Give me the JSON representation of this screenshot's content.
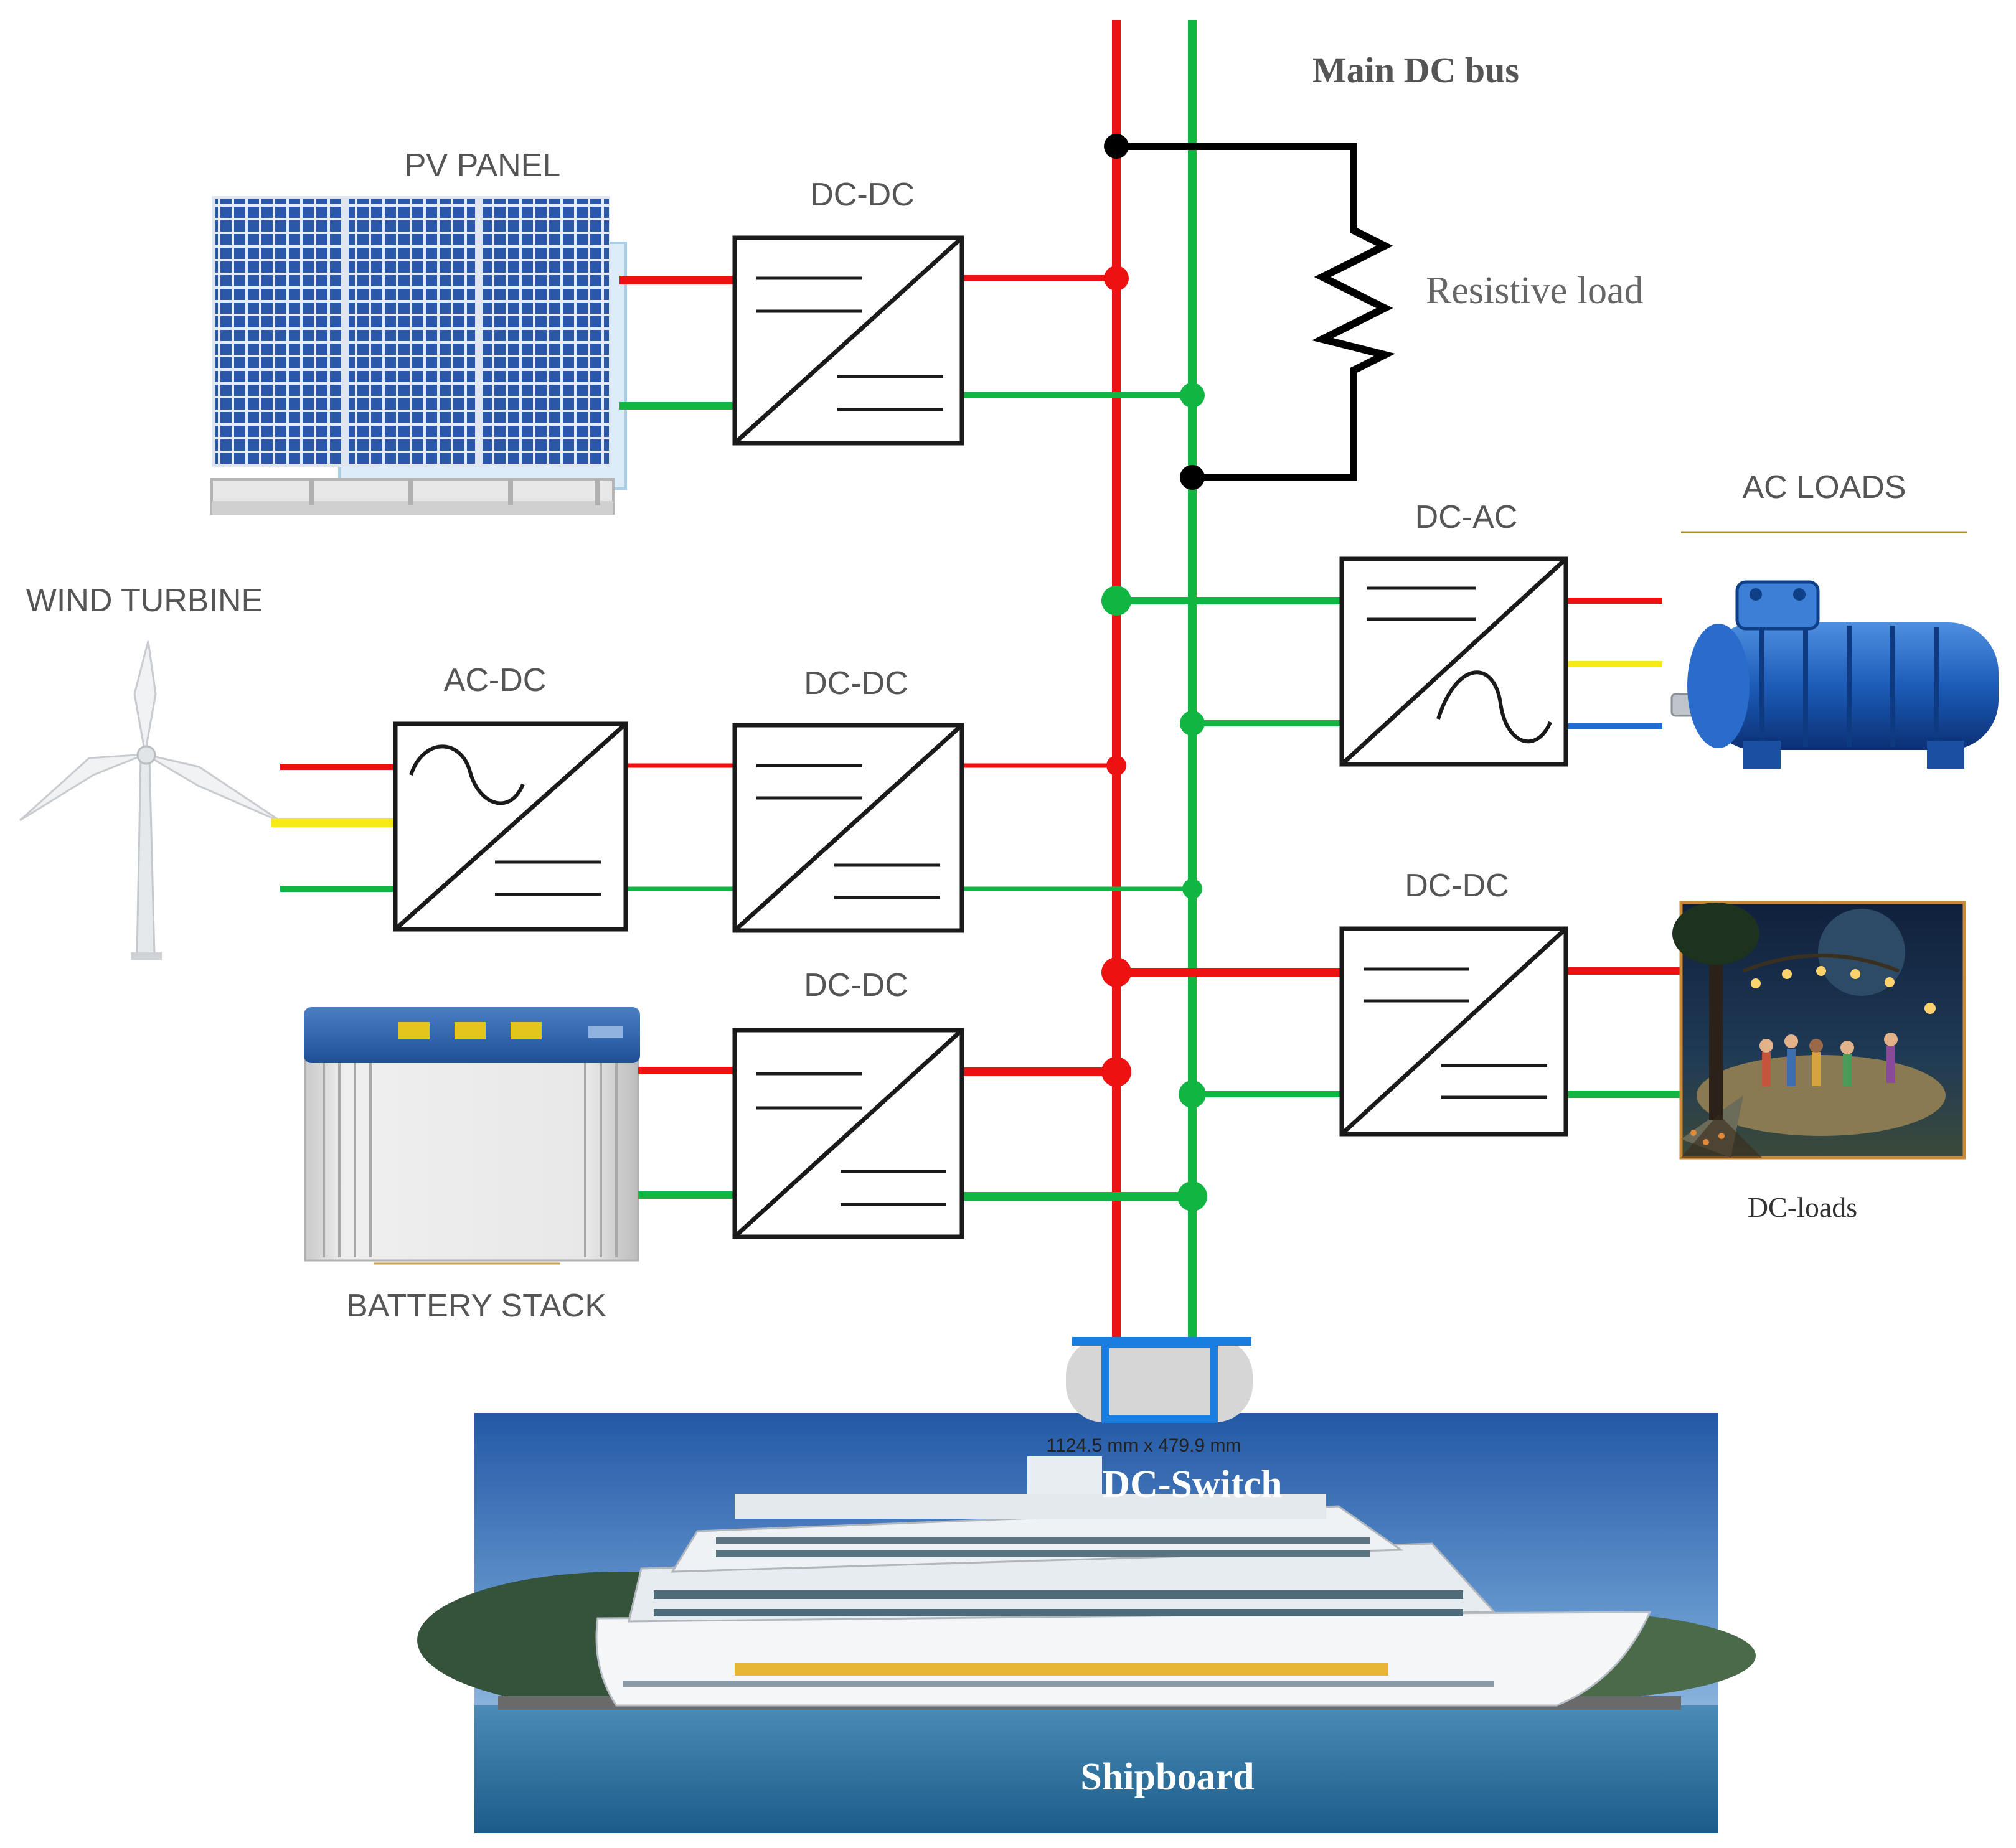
{
  "labels": {
    "main_dc_bus": "Main DC bus",
    "pv_panel": "PV PANEL",
    "dc_dc_pv": "DC-DC",
    "resistive_load": "Resistive load",
    "ac_loads": "AC LOADS",
    "dc_ac": "DC-AC",
    "wind_turbine": "WIND TURBINE",
    "ac_dc": "AC-DC",
    "dc_dc_wind": "DC-DC",
    "dc_dc_loads": "DC-DC",
    "dc_dc_battery": "DC-DC",
    "battery_stack": "BATTERY STACK",
    "dc_loads": "DC-loads",
    "switch_dimensions": "1124.5 mm x 479.9 mm",
    "dc_switch": "DC-Switch",
    "shipboard": "Shipboard"
  },
  "colors": {
    "positive_line": "#ee1111",
    "negative_line": "#11b541",
    "ac_phase_yellow": "#f5ea18",
    "ac_phase_blue": "#1f6fd1",
    "resistive_loop": "#000000",
    "accent_blue": "#1a7de0",
    "label_gray": "#555555"
  },
  "icons": {
    "pv": "solar-panel-icon",
    "wind": "wind-turbine-icon",
    "battery": "battery-icon",
    "motor": "electric-motor-icon",
    "dc_loads": "dc-loads-scene-icon",
    "ship": "cruise-ship-icon"
  }
}
